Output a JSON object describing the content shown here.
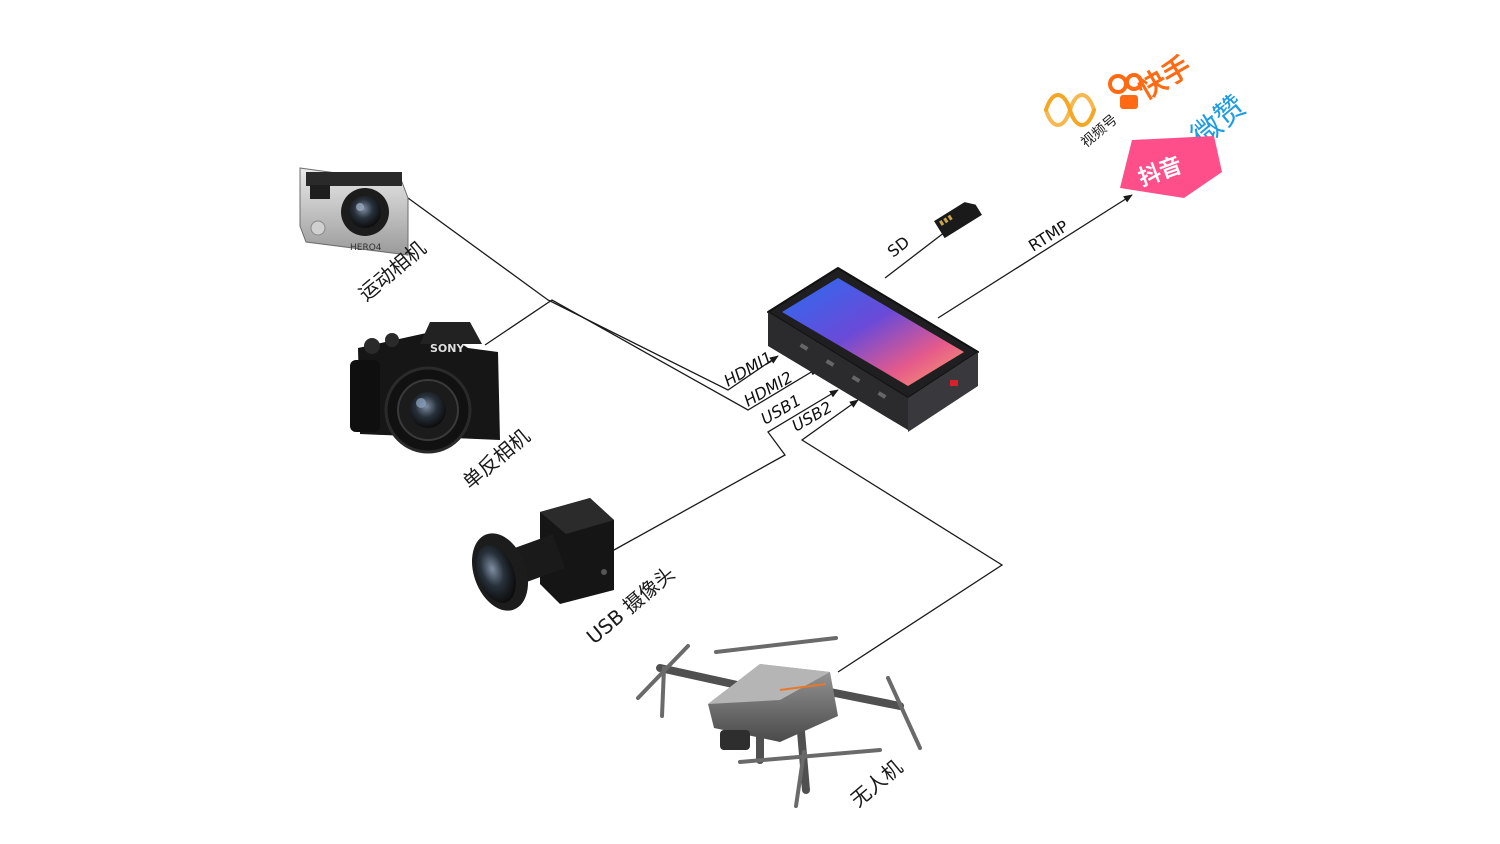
{
  "devices": {
    "action_camera": {
      "label": "运动相机",
      "model": "HERO4"
    },
    "dslr": {
      "label": "单反相机",
      "brand": "SONY"
    },
    "usb_camera": {
      "label": "USB 摄像头"
    },
    "drone": {
      "label": "无人机"
    }
  },
  "ports": {
    "hdmi1": "HDMI1",
    "hdmi2": "HDMI2",
    "usb1": "USB1",
    "usb2": "USB2",
    "sd": "SD",
    "rtmp": "RTMP"
  },
  "platforms": {
    "shipinhao": "视频号",
    "kuaishou": "快手",
    "weizan": "微赞",
    "douyin_logo": "抖音"
  },
  "colors": {
    "kuaishou": "#ff6a13",
    "weizan": "#1b9ce3",
    "douyin_bg": "#ff4f8b",
    "shipinhao": "#f5a623"
  }
}
